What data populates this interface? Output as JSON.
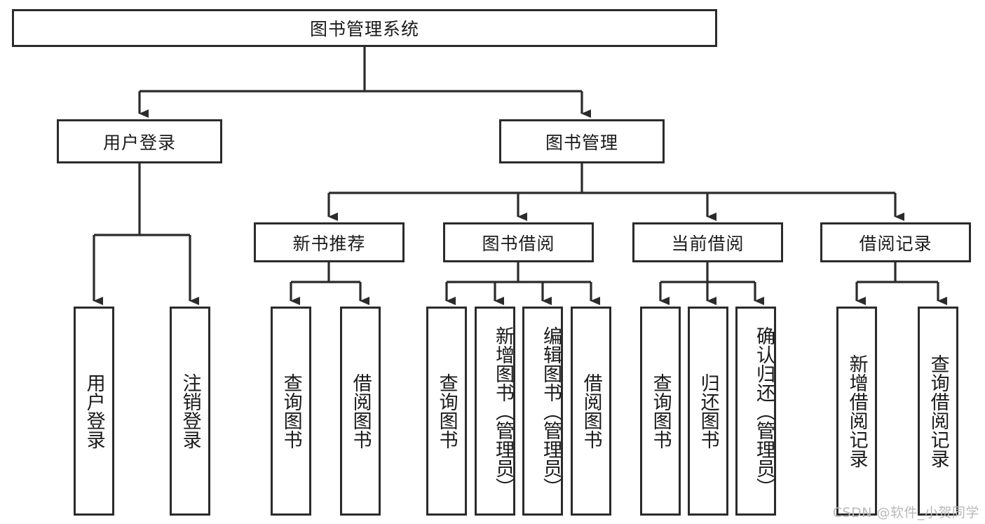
{
  "diagram": {
    "title": "图书管理系统",
    "type": "tree-hierarchy",
    "orientation": "top-down",
    "levels": 4
  },
  "nodes": {
    "root": {
      "label": "图书管理系统",
      "level": 1,
      "text_direction": "horizontal"
    },
    "user_login": {
      "label": "用户登录",
      "level": 2,
      "text_direction": "horizontal"
    },
    "book_manage": {
      "label": "图书管理",
      "level": 2,
      "text_direction": "horizontal"
    },
    "new_book_rec": {
      "label": "新书推荐",
      "level": 3,
      "text_direction": "horizontal"
    },
    "book_borrow": {
      "label": "图书借阅",
      "level": 3,
      "text_direction": "horizontal"
    },
    "current_borrow": {
      "label": "当前借阅",
      "level": 3,
      "text_direction": "horizontal"
    },
    "borrow_record": {
      "label": "借阅记录",
      "level": 3,
      "text_direction": "horizontal"
    },
    "leaf_user_login": {
      "label": "用户登录",
      "level": 4,
      "text_direction": "vertical"
    },
    "leaf_logout": {
      "label": "注销登录",
      "level": 4,
      "text_direction": "vertical"
    },
    "leaf_query_book_1": {
      "label": "查询图书",
      "level": 4,
      "text_direction": "vertical"
    },
    "leaf_borrow_book_1": {
      "label": "借阅图书",
      "level": 4,
      "text_direction": "vertical"
    },
    "leaf_query_book_2": {
      "label": "查询图书",
      "level": 4,
      "text_direction": "vertical"
    },
    "leaf_add_book": {
      "label": "新增图书（管理员）",
      "level": 4,
      "text_direction": "vertical"
    },
    "leaf_edit_book": {
      "label": "编辑图书（管理员）",
      "level": 4,
      "text_direction": "vertical"
    },
    "leaf_borrow_book_2": {
      "label": "借阅图书",
      "level": 4,
      "text_direction": "vertical"
    },
    "leaf_query_book_3": {
      "label": "查询图书",
      "level": 4,
      "text_direction": "vertical"
    },
    "leaf_return_book": {
      "label": "归还图书",
      "level": 4,
      "text_direction": "vertical"
    },
    "leaf_confirm_return": {
      "label": "确认归还（管理员）",
      "level": 4,
      "text_direction": "vertical"
    },
    "leaf_add_record": {
      "label": "新增借阅记录",
      "level": 4,
      "text_direction": "vertical"
    },
    "leaf_query_record": {
      "label": "查询借阅记录",
      "level": 4,
      "text_direction": "vertical"
    }
  },
  "edges": [
    {
      "from": "root",
      "to": "user_login"
    },
    {
      "from": "root",
      "to": "book_manage"
    },
    {
      "from": "user_login",
      "to": "leaf_user_login"
    },
    {
      "from": "user_login",
      "to": "leaf_logout"
    },
    {
      "from": "book_manage",
      "to": "new_book_rec"
    },
    {
      "from": "book_manage",
      "to": "book_borrow"
    },
    {
      "from": "book_manage",
      "to": "current_borrow"
    },
    {
      "from": "book_manage",
      "to": "borrow_record"
    },
    {
      "from": "new_book_rec",
      "to": "leaf_query_book_1"
    },
    {
      "from": "new_book_rec",
      "to": "leaf_borrow_book_1"
    },
    {
      "from": "book_borrow",
      "to": "leaf_query_book_2"
    },
    {
      "from": "book_borrow",
      "to": "leaf_add_book"
    },
    {
      "from": "book_borrow",
      "to": "leaf_edit_book"
    },
    {
      "from": "book_borrow",
      "to": "leaf_borrow_book_2"
    },
    {
      "from": "current_borrow",
      "to": "leaf_query_book_3"
    },
    {
      "from": "current_borrow",
      "to": "leaf_return_book"
    },
    {
      "from": "current_borrow",
      "to": "leaf_confirm_return"
    },
    {
      "from": "borrow_record",
      "to": "leaf_add_record"
    },
    {
      "from": "borrow_record",
      "to": "leaf_query_record"
    }
  ],
  "watermark": {
    "text": "CSDN @软件_小贺同学"
  },
  "colors": {
    "stroke": "#2b2b2b",
    "fill": "#ffffff",
    "text": "#1a1a1a",
    "watermark": "#b9b9b9"
  }
}
